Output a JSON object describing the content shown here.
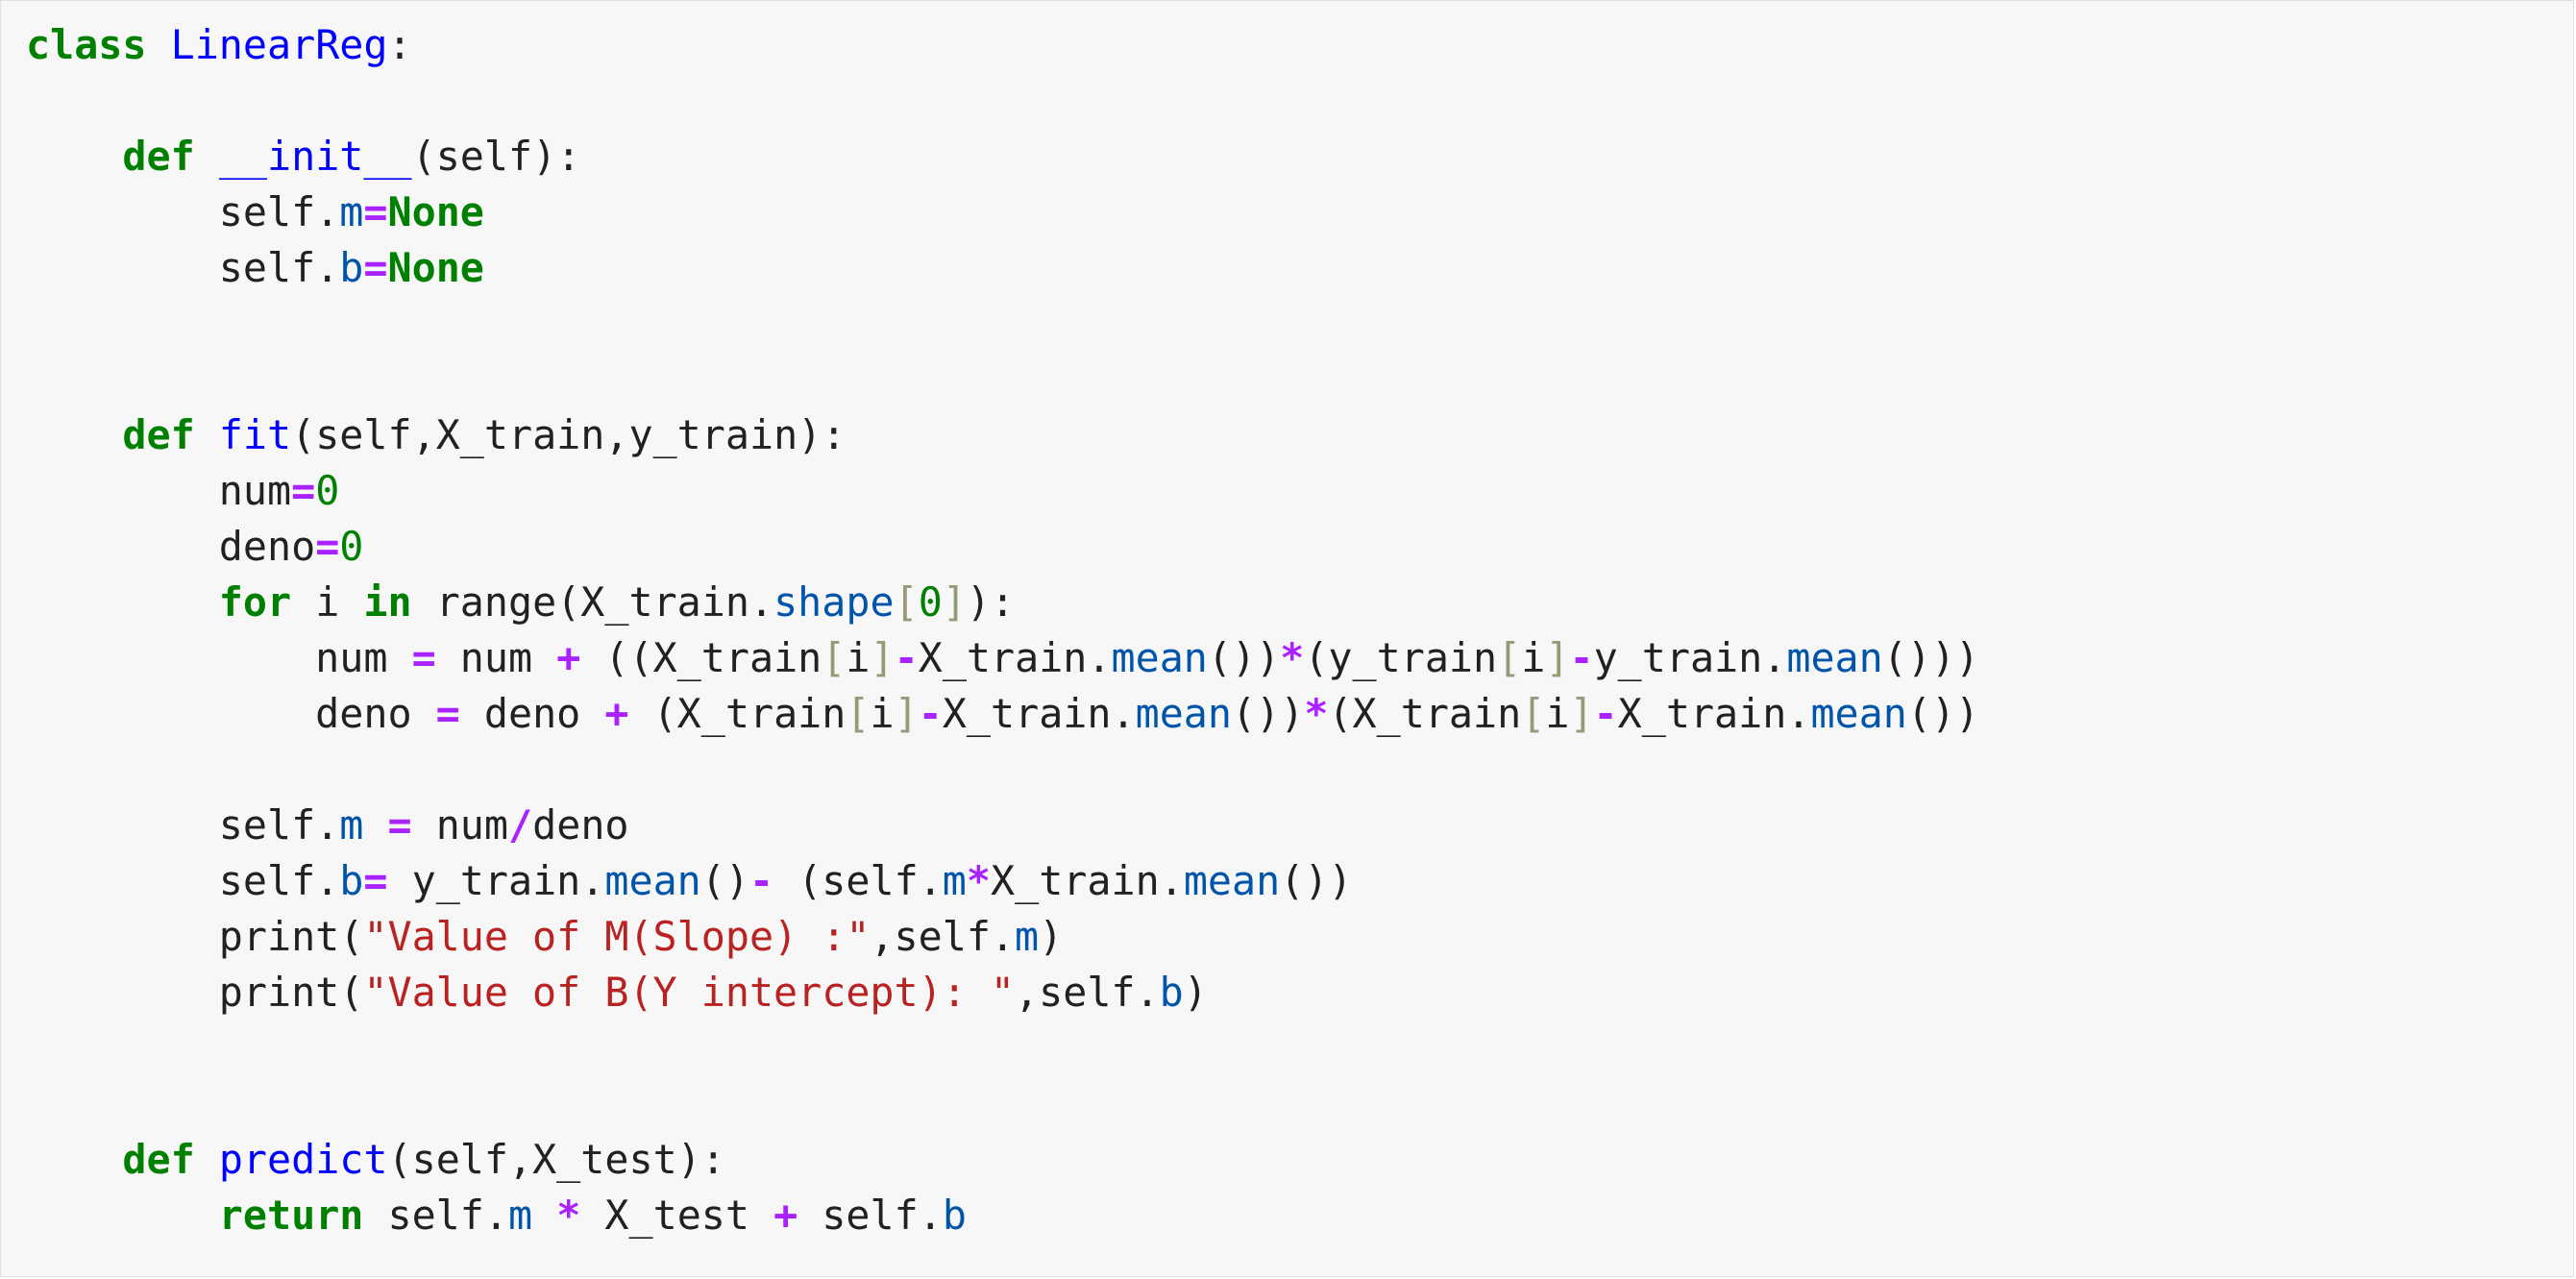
{
  "colors": {
    "keyword": "#008000",
    "definition": "#0000ff",
    "attribute": "#0055aa",
    "operator": "#aa22ff",
    "number": "#008000",
    "string": "#ba2121",
    "bracket": "#999977",
    "background": "#f7f7f7"
  },
  "code_lines": [
    [
      [
        "k",
        "class"
      ],
      [
        "t",
        " "
      ],
      [
        "d",
        "LinearReg"
      ],
      [
        "t",
        ":"
      ]
    ],
    [],
    [
      [
        "t",
        "    "
      ],
      [
        "k",
        "def"
      ],
      [
        "t",
        " "
      ],
      [
        "d",
        "__init__"
      ],
      [
        "t",
        "(self):"
      ]
    ],
    [
      [
        "t",
        "        self."
      ],
      [
        "a",
        "m"
      ],
      [
        "o",
        "="
      ],
      [
        "k",
        "None"
      ]
    ],
    [
      [
        "t",
        "        self."
      ],
      [
        "a",
        "b"
      ],
      [
        "o",
        "="
      ],
      [
        "k",
        "None"
      ]
    ],
    [],
    [],
    [
      [
        "t",
        "    "
      ],
      [
        "k",
        "def"
      ],
      [
        "t",
        " "
      ],
      [
        "d",
        "fit"
      ],
      [
        "t",
        "(self,X_train,y_train):"
      ]
    ],
    [
      [
        "t",
        "        num"
      ],
      [
        "o",
        "="
      ],
      [
        "n",
        "0"
      ]
    ],
    [
      [
        "t",
        "        deno"
      ],
      [
        "o",
        "="
      ],
      [
        "n",
        "0"
      ]
    ],
    [
      [
        "t",
        "        "
      ],
      [
        "k",
        "for"
      ],
      [
        "t",
        " i "
      ],
      [
        "k",
        "in"
      ],
      [
        "t",
        " range(X_train."
      ],
      [
        "a",
        "shape"
      ],
      [
        "b",
        "["
      ],
      [
        "n",
        "0"
      ],
      [
        "b",
        "]"
      ],
      [
        "t",
        "):"
      ]
    ],
    [
      [
        "t",
        "            num "
      ],
      [
        "o",
        "="
      ],
      [
        "t",
        " num "
      ],
      [
        "o",
        "+"
      ],
      [
        "t",
        " ((X_train"
      ],
      [
        "b",
        "["
      ],
      [
        "t",
        "i"
      ],
      [
        "b",
        "]"
      ],
      [
        "o",
        "-"
      ],
      [
        "t",
        "X_train."
      ],
      [
        "a",
        "mean"
      ],
      [
        "t",
        "())"
      ],
      [
        "o",
        "*"
      ],
      [
        "t",
        "(y_train"
      ],
      [
        "b",
        "["
      ],
      [
        "t",
        "i"
      ],
      [
        "b",
        "]"
      ],
      [
        "o",
        "-"
      ],
      [
        "t",
        "y_train."
      ],
      [
        "a",
        "mean"
      ],
      [
        "t",
        "()))"
      ]
    ],
    [
      [
        "t",
        "            deno "
      ],
      [
        "o",
        "="
      ],
      [
        "t",
        " deno "
      ],
      [
        "o",
        "+"
      ],
      [
        "t",
        " (X_train"
      ],
      [
        "b",
        "["
      ],
      [
        "t",
        "i"
      ],
      [
        "b",
        "]"
      ],
      [
        "o",
        "-"
      ],
      [
        "t",
        "X_train."
      ],
      [
        "a",
        "mean"
      ],
      [
        "t",
        "())"
      ],
      [
        "o",
        "*"
      ],
      [
        "t",
        "(X_train"
      ],
      [
        "b",
        "["
      ],
      [
        "t",
        "i"
      ],
      [
        "b",
        "]"
      ],
      [
        "o",
        "-"
      ],
      [
        "t",
        "X_train."
      ],
      [
        "a",
        "mean"
      ],
      [
        "t",
        "())"
      ]
    ],
    [],
    [
      [
        "t",
        "        self."
      ],
      [
        "a",
        "m"
      ],
      [
        "t",
        " "
      ],
      [
        "o",
        "="
      ],
      [
        "t",
        " num"
      ],
      [
        "o",
        "/"
      ],
      [
        "t",
        "deno"
      ]
    ],
    [
      [
        "t",
        "        self."
      ],
      [
        "a",
        "b"
      ],
      [
        "o",
        "="
      ],
      [
        "t",
        " y_train."
      ],
      [
        "a",
        "mean"
      ],
      [
        "t",
        "()"
      ],
      [
        "o",
        "-"
      ],
      [
        "t",
        " (self."
      ],
      [
        "a",
        "m"
      ],
      [
        "o",
        "*"
      ],
      [
        "t",
        "X_train."
      ],
      [
        "a",
        "mean"
      ],
      [
        "t",
        "())"
      ]
    ],
    [
      [
        "t",
        "        print("
      ],
      [
        "s",
        "\"Value of M(Slope) :\""
      ],
      [
        "t",
        ",self."
      ],
      [
        "a",
        "m"
      ],
      [
        "t",
        ")"
      ]
    ],
    [
      [
        "t",
        "        print("
      ],
      [
        "s",
        "\"Value of B(Y intercept): \""
      ],
      [
        "t",
        ",self."
      ],
      [
        "a",
        "b"
      ],
      [
        "t",
        ")"
      ]
    ],
    [],
    [],
    [
      [
        "t",
        "    "
      ],
      [
        "k",
        "def"
      ],
      [
        "t",
        " "
      ],
      [
        "d",
        "predict"
      ],
      [
        "t",
        "(self,X_test):"
      ]
    ],
    [
      [
        "t",
        "        "
      ],
      [
        "k",
        "return"
      ],
      [
        "t",
        " self."
      ],
      [
        "a",
        "m"
      ],
      [
        "t",
        " "
      ],
      [
        "o",
        "*"
      ],
      [
        "t",
        " X_test "
      ],
      [
        "o",
        "+"
      ],
      [
        "t",
        " self."
      ],
      [
        "a",
        "b"
      ]
    ]
  ]
}
